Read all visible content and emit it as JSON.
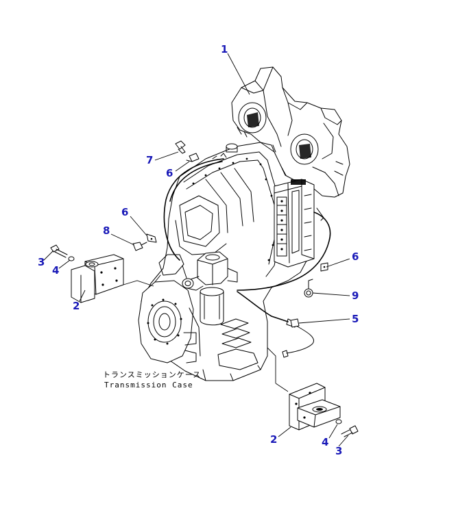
{
  "callouts": {
    "c1": "1",
    "c2a": "2",
    "c2b": "2",
    "c3a": "3",
    "c3b": "3",
    "c4a": "4",
    "c4b": "4",
    "c5": "5",
    "c6a": "6",
    "c6b": "6",
    "c6c": "6",
    "c7": "7",
    "c8": "8",
    "c9": "9"
  },
  "caption": {
    "jp": "トランスミッションケース",
    "en": "Transmission Case"
  },
  "colors": {
    "callout": "#1a1ab8",
    "line": "#000000",
    "background": "#ffffff"
  }
}
